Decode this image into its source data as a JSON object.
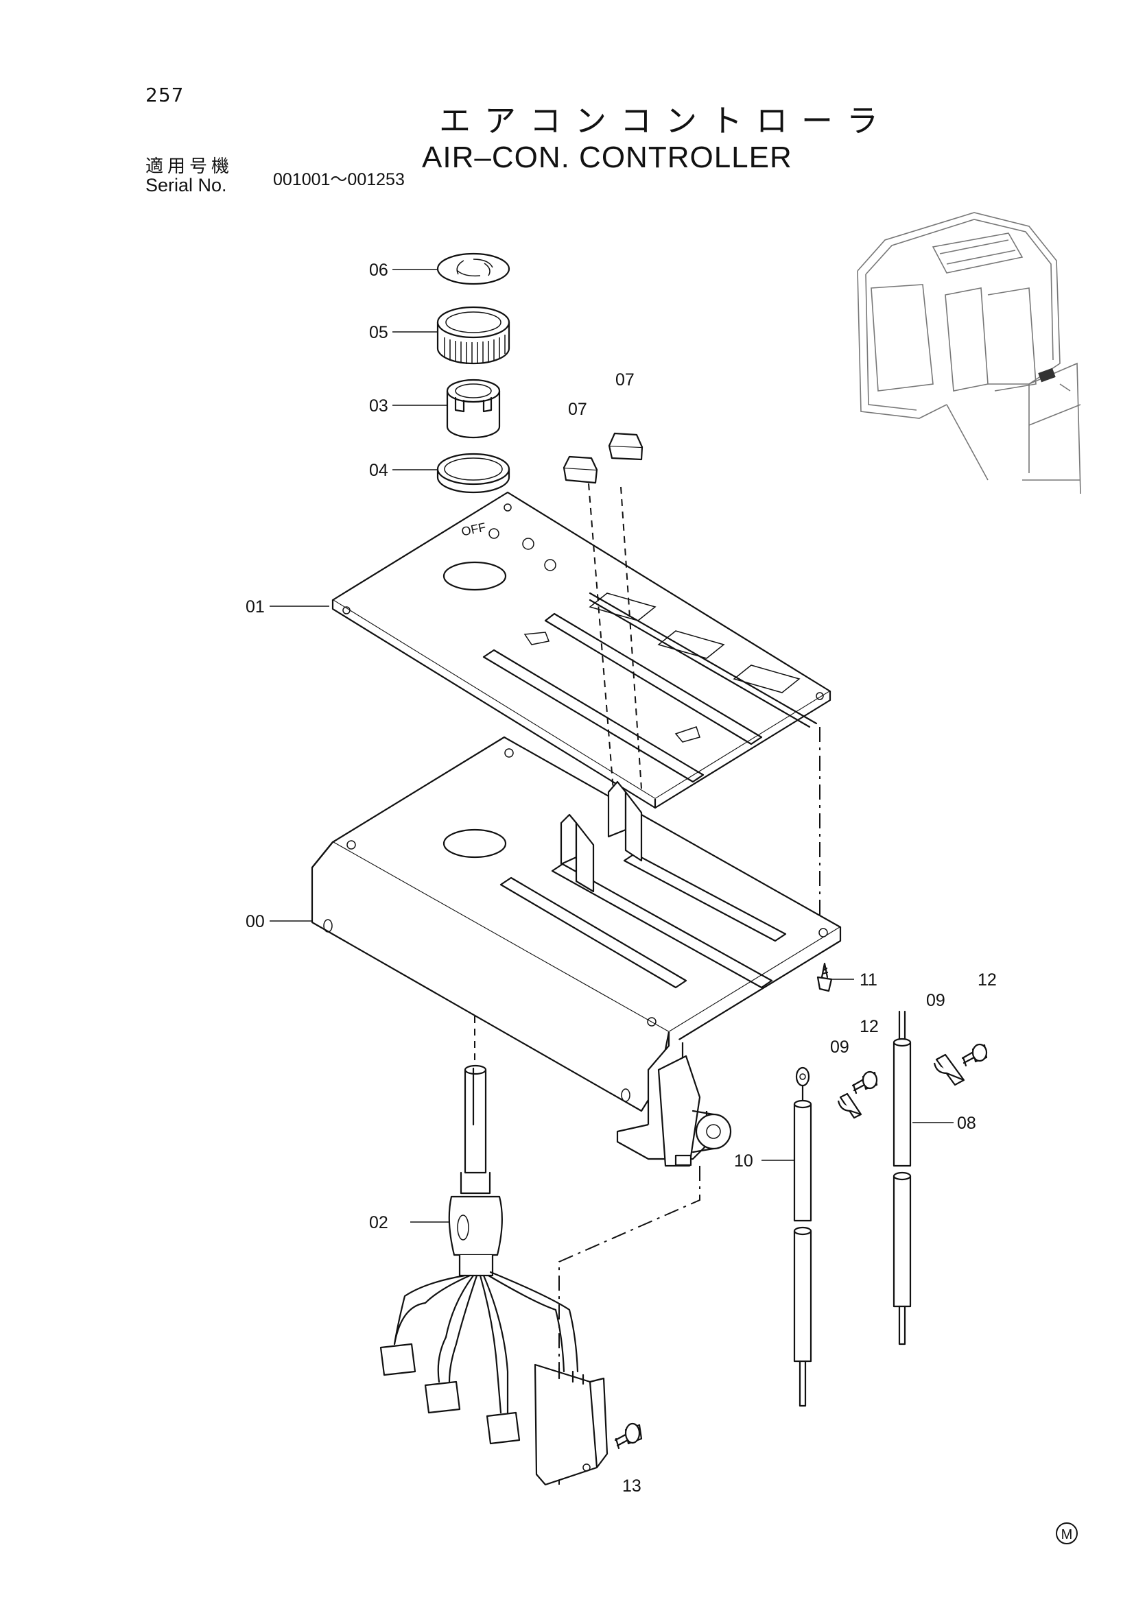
{
  "page": {
    "number": "257",
    "title_jp": "エアコンコントローラ",
    "title_en": "AIR–CON. CONTROLLER",
    "serial_label_jp": "適用号機",
    "serial_label_en": "Serial No.",
    "serial_range": "001001～001253",
    "corner_mark": "M"
  },
  "callouts": {
    "p00": "00",
    "p01": "01",
    "p02": "02",
    "p03": "03",
    "p04": "04",
    "p05": "05",
    "p06": "06",
    "p07a": "07",
    "p07b": "07",
    "p08": "08",
    "p09a": "09",
    "p09b": "09",
    "p10": "10",
    "p11": "11",
    "p12a": "12",
    "p12b": "12",
    "p13": "13"
  },
  "panel_marking": "OFF"
}
